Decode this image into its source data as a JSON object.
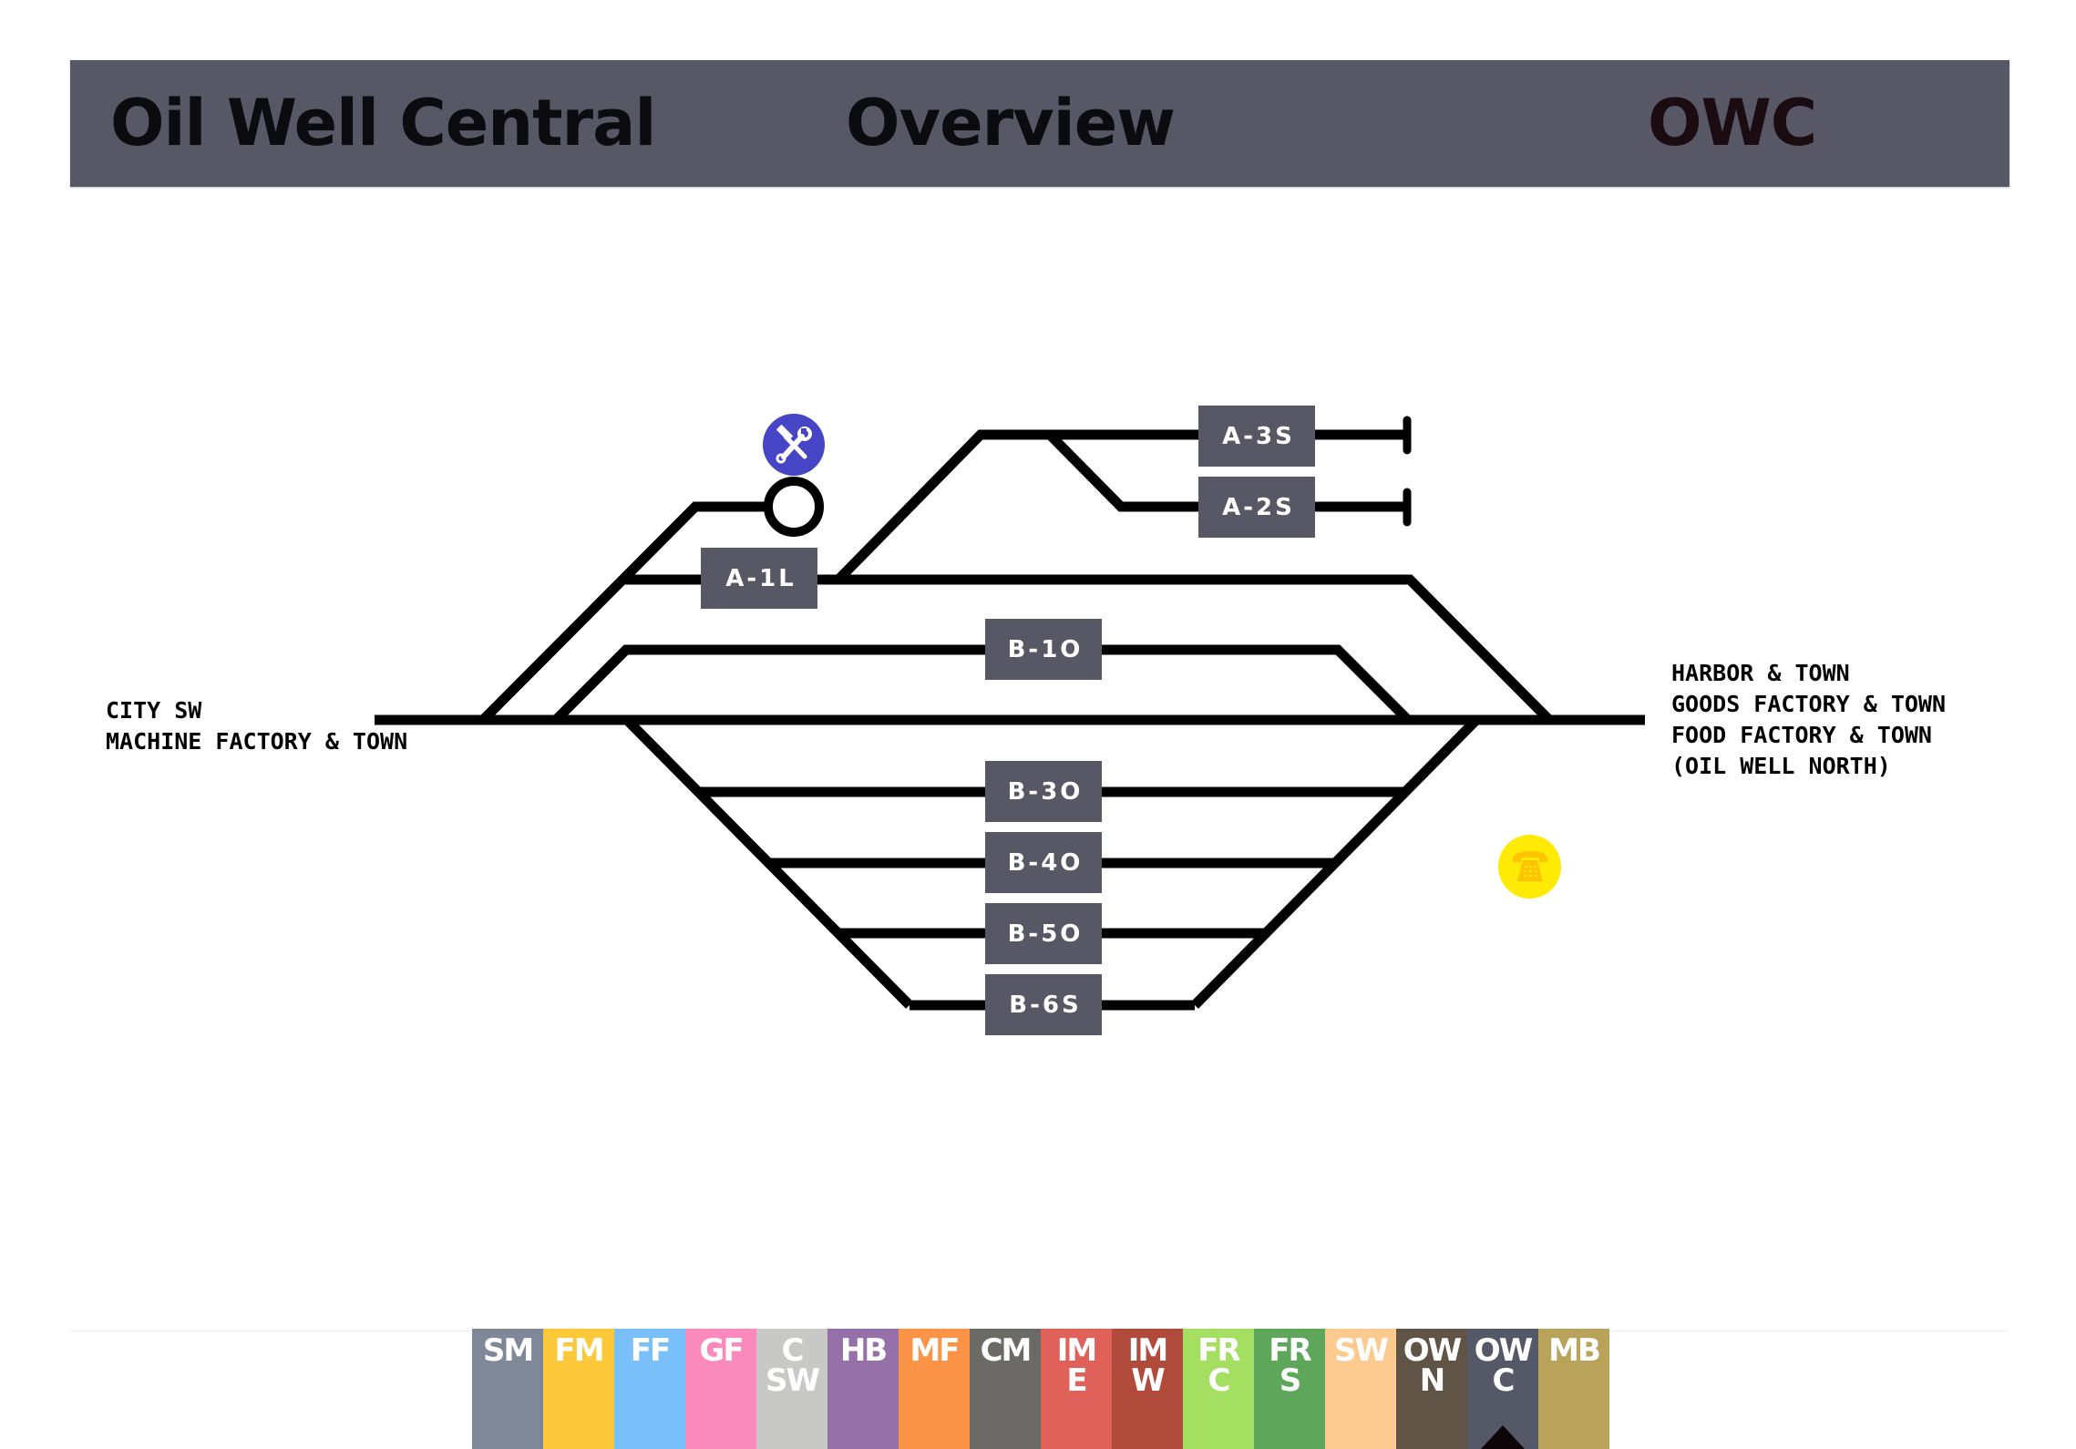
{
  "header": {
    "station_name": "Oil Well Central",
    "view_name": "Overview",
    "station_code": "OWC",
    "background_color": "#575766"
  },
  "platforms": [
    {
      "id": "A-3S",
      "label": "A-3S"
    },
    {
      "id": "A-2S",
      "label": "A-2S"
    },
    {
      "id": "A-1L",
      "label": "A-1L"
    },
    {
      "id": "B-1O",
      "label": "B-1O"
    },
    {
      "id": "B-3O",
      "label": "B-3O"
    },
    {
      "id": "B-4O",
      "label": "B-4O"
    },
    {
      "id": "B-5O",
      "label": "B-5O"
    },
    {
      "id": "B-6S",
      "label": "B-6S"
    }
  ],
  "destinations": {
    "left": [
      "CITY SW",
      "MACHINE FACTORY & TOWN"
    ],
    "right": [
      "HARBOR & TOWN",
      "GOODS FACTORY & TOWN",
      "FOOD FACTORY & TOWN",
      "(OIL WELL NORTH)"
    ]
  },
  "icons": {
    "maintenance": {
      "name": "tools-icon",
      "color": "#4545c6"
    },
    "phone": {
      "name": "phone-icon",
      "color": "#ffea05",
      "glyph_color": "#ffc400"
    }
  },
  "tabs": [
    {
      "code": "SM",
      "line1": "SM",
      "line2": "",
      "color": "#7f8898"
    },
    {
      "code": "FM",
      "line1": "FM",
      "line2": "",
      "color": "#fdc93a"
    },
    {
      "code": "FF",
      "line1": "FF",
      "line2": "",
      "color": "#79c0fb"
    },
    {
      "code": "GF",
      "line1": "GF",
      "line2": "",
      "color": "#f98abb"
    },
    {
      "code": "CSW",
      "line1": "C",
      "line2": "SW",
      "color": "#c8c8c6"
    },
    {
      "code": "HB",
      "line1": "HB",
      "line2": "",
      "color": "#9670a8"
    },
    {
      "code": "MF",
      "line1": "MF",
      "line2": "",
      "color": "#fc9448"
    },
    {
      "code": "CM",
      "line1": "CM",
      "line2": "",
      "color": "#6c6a66"
    },
    {
      "code": "IME",
      "line1": "IM",
      "line2": "E",
      "color": "#e0615a"
    },
    {
      "code": "IMW",
      "line1": "IM",
      "line2": "W",
      "color": "#b04b3c"
    },
    {
      "code": "FRC",
      "line1": "FR",
      "line2": "C",
      "color": "#a4df62"
    },
    {
      "code": "FRS",
      "line1": "FR",
      "line2": "S",
      "color": "#5ea65a"
    },
    {
      "code": "SW",
      "line1": "SW",
      "line2": "",
      "color": "#fdcb90"
    },
    {
      "code": "OWN",
      "line1": "OW",
      "line2": "N",
      "color": "#5f5446"
    },
    {
      "code": "OWC",
      "line1": "OW",
      "line2": "C",
      "color": "#555866",
      "active": true
    },
    {
      "code": "MB",
      "line1": "MB",
      "line2": "",
      "color": "#b9a25a"
    }
  ]
}
